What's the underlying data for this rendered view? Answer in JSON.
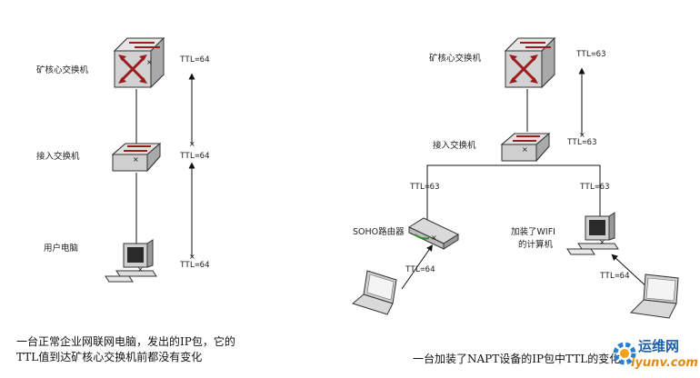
{
  "left": {
    "core_switch_label": "矿核心交换机",
    "access_switch_label": "接入交换机",
    "user_pc_label": "用户电脑",
    "ttl_top": "TTL=64",
    "ttl_mid": "TTL=64",
    "ttl_bottom": "TTL=64",
    "caption_line1": "一台正常企业网联网电脑，发出的IP包，它的",
    "caption_line2": "TTL值到达矿核心交换机前都没有变化"
  },
  "right": {
    "core_switch_label": "矿核心交换机",
    "access_switch_label": "接入交换机",
    "soho_router_label": "SOHO路由器",
    "wifi_pc_label_line1": "加装了WIFI",
    "wifi_pc_label_line2": "的计算机",
    "ttl_core": "TTL=63",
    "ttl_access": "TTL=63",
    "ttl_left_branch": "TTL=63",
    "ttl_right_branch": "TTL=63",
    "ttl_laptop_left": "TTL=64",
    "ttl_laptop_right": "TTL=64",
    "caption": "一台加装了NAPT设备的IP包中TTL的变化"
  },
  "watermark": {
    "brand": "运维网",
    "domain": "iyunv.com"
  },
  "colors": {
    "switch_body": "#d8d8d8",
    "switch_arrow": "#9b1c1c",
    "line": "#111111"
  }
}
